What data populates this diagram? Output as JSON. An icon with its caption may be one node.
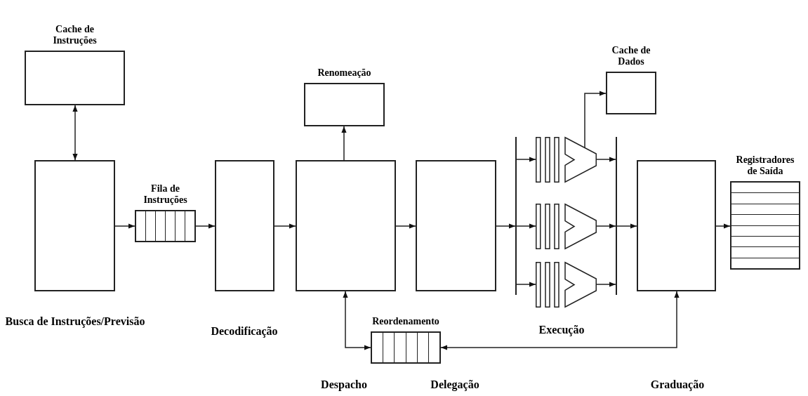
{
  "diagram": {
    "nodes": [
      {
        "text": [
          "Cache de Instruções"
        ]
      },
      {
        "text": [],
        "shape": "box",
        "beside": [
          "Busca de Instruções/Previsão"
        ]
      },
      {
        "text": [
          "Fila de Instruções"
        ]
      },
      {
        "text": [],
        "shape": "box",
        "beside": [
          "Decodificação"
        ]
      },
      {
        "text": [
          "Renomeação"
        ]
      },
      {
        "text": [],
        "shape": "box"
      },
      {
        "text": [],
        "shape": "box"
      },
      {
        "text": [
          "Reordenamento"
        ]
      },
      {
        "text": [],
        "shape": "bar"
      },
      {
        "text": [
          "Cache de Dados"
        ]
      },
      {
        "text": [],
        "shape": "alu"
      },
      {
        "text": [],
        "shape": "alu"
      },
      {
        "text": [],
        "shape": "alu"
      },
      {
        "text": [],
        "shape": "bar"
      },
      {
        "text": [],
        "shape": "box"
      },
      {
        "text": [
          "Registradores de Saída"
        ]
      }
    ],
    "edges": [
      {
        "from": 0,
        "to": 1,
        "arrow": "both"
      },
      {
        "from": 1,
        "to": 2,
        "arrow": "to"
      },
      {
        "from": 2,
        "to": 3,
        "arrow": "to"
      },
      {
        "from": 3,
        "to": 5,
        "arrow": "to"
      },
      {
        "from": 5,
        "to": 4,
        "arrow": "to"
      },
      {
        "from": 5,
        "to": 6,
        "arrow": "to"
      },
      {
        "from": 6,
        "to": 8,
        "arrow": "to"
      },
      {
        "from": 8,
        "to": 10,
        "arrow": "to"
      },
      {
        "from": 8,
        "to": 11,
        "arrow": "to"
      },
      {
        "from": 8,
        "to": 12,
        "arrow": "to"
      },
      {
        "from": 10,
        "to": 13,
        "arrow": "to"
      },
      {
        "from": 11,
        "to": 13,
        "arrow": "to"
      },
      {
        "from": 12,
        "to": 13,
        "arrow": "to"
      },
      {
        "from": 10,
        "to": 9,
        "arrow": "to"
      },
      {
        "from": 13,
        "to": 14,
        "arrow": "to"
      },
      {
        "from": 14,
        "to": 15,
        "arrow": "to"
      },
      {
        "from": 5,
        "to": 7,
        "arrow": "both"
      },
      {
        "from": 14,
        "to": 7,
        "arrow": "both"
      }
    ],
    "labels": [
      "Execução",
      "Despacho",
      "Delegação",
      "Graduação"
    ]
  }
}
